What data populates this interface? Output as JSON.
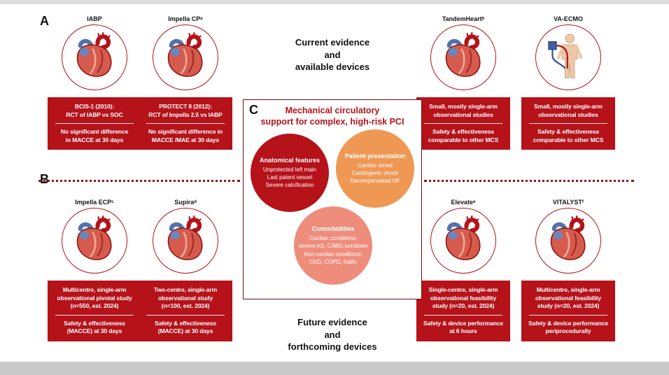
{
  "letters": {
    "a": "A",
    "b": "B",
    "c": "C"
  },
  "captions": {
    "top": "Current evidence\nand\navailable devices",
    "bottom": "Future evidence\nand\nforthcoming devices"
  },
  "center_box": {
    "title": "Mechanical circulatory\nsupport for complex, high-risk PCI",
    "circles": {
      "anatomical": {
        "title": "Anatomical features",
        "lines": "Unprotected left main\nLast patent vessel\nSevere calcification",
        "color": "#b5121a"
      },
      "presentation": {
        "title": "Patient presentation",
        "lines": "Cardiac arrest\nCardiogenic shock\nDecompensated HF",
        "color": "#ef9854"
      },
      "comorbidities": {
        "title": "Comorbidities",
        "lines": "Cardiac conditions:\nsevere AS, CABG turndown\nNon-cardiac conditions:\nCKD, COPD, frailty",
        "color": "#ef8d7c"
      }
    }
  },
  "devices": {
    "a1": {
      "label": "IABP",
      "icon": "heart-illustration",
      "study": "BCIS-1 (2010):\nRCT of IABP vs SOC",
      "outcome": "No significant difference\nin MACCE at 30 days"
    },
    "a2": {
      "label": "Impella CPᵃ",
      "icon": "heart-illustration",
      "study": "PROTECT II (2012):\nRCT of Impella 2.5 vs IABP",
      "outcome": "No significant difference in\nMACCE /MAE at 30 days"
    },
    "a3": {
      "label": "TandemHeartᵇ",
      "icon": "heart-illustration",
      "study": "Small, mostly single-arm\nobservational studies",
      "outcome": "Safety & effectiveness\ncomparable to other MCS"
    },
    "a4": {
      "label": "VA-ECMO",
      "icon": "body-circuit-illustration",
      "study": "Small, mostly single-arm\nobservational studies",
      "outcome": "Safety & effectiveness\ncomparable to other MCS"
    },
    "b1": {
      "label": "Impella ECPᶜ",
      "icon": "heart-illustration",
      "study": "Multicentre, single-arm\nobservational pivotal study\n(n=550, est. 2024)",
      "outcome": "Safety & effectiveness\n(MACCE) at 30 days"
    },
    "b2": {
      "label": "Supiraᵈ",
      "icon": "heart-illustration",
      "study": "Two-centre, single-arm\nobservational study\n(n=100, est. 2024)",
      "outcome": "Safety & effectiveness\n(MACCE) at 30 days"
    },
    "b3": {
      "label": "Elevateᵉ",
      "icon": "heart-illustration",
      "study": "Single-centre, single-arm\nobservational feasibility\nstudy (n=20, est. 2024)",
      "outcome": "Safety & device performance\nat 6 hours"
    },
    "b4": {
      "label": "VITALYSTᶠ",
      "icon": "heart-illustration",
      "study": "Multicentre, single-arm\nobservational feasibility\nstudy (n=20, est. 2024)",
      "outcome": "Safety & device performance\nperiprocedurally"
    }
  },
  "colors": {
    "box_red": "#b5121a",
    "dark_red_border": "#6e0f12",
    "orange": "#ef9854",
    "salmon": "#ef8d7c"
  }
}
